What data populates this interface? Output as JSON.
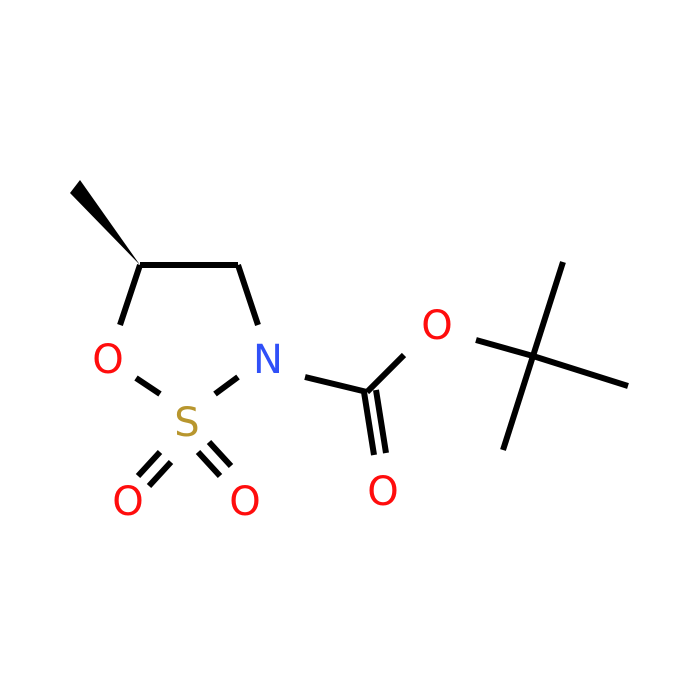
{
  "atoms": {
    "ring_oxygen": "O",
    "ring_nitrogen": "N",
    "sulfur": "S",
    "sulfonyl_oxygen_left": "O",
    "sulfonyl_oxygen_right": "O",
    "carbonyl_oxygen": "O",
    "ester_oxygen": "O"
  },
  "colors": {
    "bond": "#000000",
    "oxygen": "#ff0d0d",
    "nitrogen": "#3050f8",
    "sulfur": "#b8962e",
    "background": "#ffffff"
  }
}
